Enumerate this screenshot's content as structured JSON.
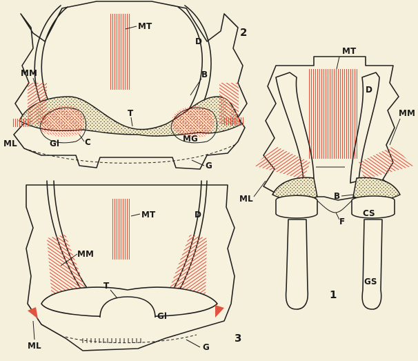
{
  "figures": {
    "fig1": {
      "number": "1",
      "labels": {
        "MT": "MT",
        "D": "D",
        "MM": "MM",
        "ML": "ML",
        "B": "B",
        "F": "F",
        "CS": "CS",
        "GS": "GS"
      }
    },
    "fig2": {
      "number": "2",
      "labels": {
        "MT": "MT",
        "D": "D",
        "MM": "MM",
        "B": "B",
        "T": "T",
        "ML": "ML",
        "Gl": "Gl",
        "C": "C",
        "MG": "MG",
        "G": "G"
      }
    },
    "fig3": {
      "number": "3",
      "labels": {
        "MT": "MT",
        "D": "D",
        "MM": "MM",
        "T": "T",
        "Gl": "Gl",
        "ML": "ML",
        "G": "G"
      }
    }
  },
  "colors": {
    "background": "#f5f0dc",
    "ink": "#1f1f1f",
    "muscle": "#e0533f"
  }
}
